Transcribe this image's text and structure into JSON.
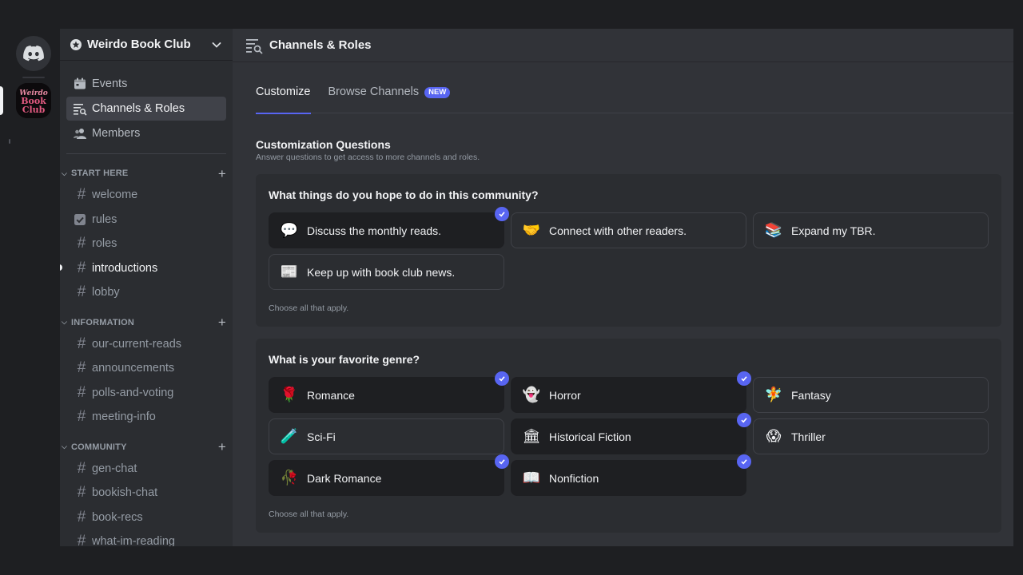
{
  "server": {
    "name": "Weirdo Book Club",
    "icon_text": [
      "Weirdo",
      "Book",
      "Club"
    ]
  },
  "sidebar": {
    "nav": [
      {
        "label": "Events",
        "icon": "calendar-icon"
      },
      {
        "label": "Channels & Roles",
        "icon": "channels-browse-icon",
        "active": true
      },
      {
        "label": "Members",
        "icon": "members-icon"
      }
    ],
    "categories": [
      {
        "name": "START HERE",
        "channels": [
          {
            "name": "welcome",
            "icon": "hash"
          },
          {
            "name": "rules",
            "icon": "rules-check-icon"
          },
          {
            "name": "roles",
            "icon": "hash"
          },
          {
            "name": "introductions",
            "icon": "hash",
            "unread": true
          },
          {
            "name": "lobby",
            "icon": "hash"
          }
        ]
      },
      {
        "name": "INFORMATION",
        "channels": [
          {
            "name": "our-current-reads",
            "icon": "hash"
          },
          {
            "name": "announcements",
            "icon": "hash"
          },
          {
            "name": "polls-and-voting",
            "icon": "hash"
          },
          {
            "name": "meeting-info",
            "icon": "hash"
          }
        ]
      },
      {
        "name": "COMMUNITY",
        "channels": [
          {
            "name": "gen-chat",
            "icon": "hash"
          },
          {
            "name": "bookish-chat",
            "icon": "hash"
          },
          {
            "name": "book-recs",
            "icon": "hash"
          },
          {
            "name": "what-im-reading",
            "icon": "hash"
          }
        ]
      }
    ]
  },
  "main": {
    "title": "Channels & Roles",
    "tabs": [
      {
        "label": "Customize",
        "active": true
      },
      {
        "label": "Browse Channels",
        "badge": "NEW"
      }
    ],
    "section_title": "Customization Questions",
    "section_subtitle": "Answer questions to get access to more channels and roles.",
    "questions": [
      {
        "question": "What things do you hope to do in this community?",
        "hint": "Choose all that apply.",
        "options": [
          {
            "label": "Discuss the monthly reads.",
            "emoji": "💬",
            "selected": true
          },
          {
            "label": "Connect with other readers.",
            "emoji": "🤝",
            "selected": false
          },
          {
            "label": "Expand my TBR.",
            "emoji": "📚",
            "selected": false
          },
          {
            "label": "Keep up with book club news.",
            "emoji": "📰",
            "selected": false
          }
        ]
      },
      {
        "question": "What is your favorite genre?",
        "hint": "Choose all that apply.",
        "options": [
          {
            "label": "Romance",
            "emoji": "🌹",
            "selected": true
          },
          {
            "label": "Horror",
            "emoji": "👻",
            "selected": true
          },
          {
            "label": "Fantasy",
            "emoji": "🧚",
            "selected": false
          },
          {
            "label": "Sci-Fi",
            "emoji": "🧪",
            "selected": false
          },
          {
            "label": "Historical Fiction",
            "emoji": "🏛",
            "selected": true
          },
          {
            "label": "Thriller",
            "emoji": "😱",
            "selected": false
          },
          {
            "label": "Dark Romance",
            "emoji": "🥀",
            "selected": true
          },
          {
            "label": "Nonfiction",
            "emoji": "📖",
            "selected": true
          }
        ]
      }
    ]
  },
  "colors": {
    "accent": "#5865f2",
    "sidebar_bg": "#2b2d31",
    "main_bg": "#313338",
    "rail_bg": "#1e1f22"
  }
}
